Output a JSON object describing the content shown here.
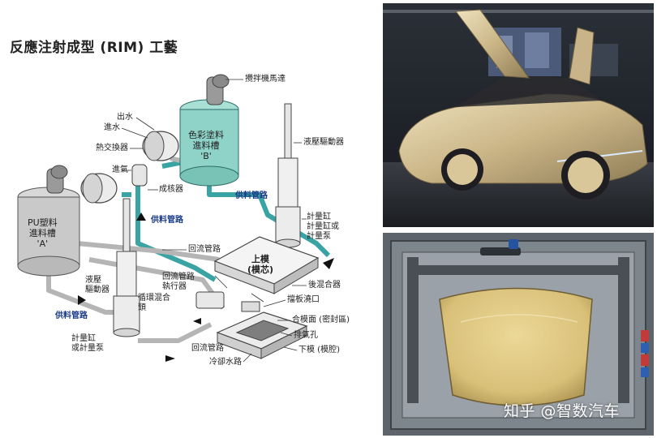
{
  "diagram": {
    "title": "反應注射成型 (RIM) 工藝",
    "labels": {
      "stirring_motor": "攪拌機馬達",
      "water_out": "出水",
      "water_in": "進水",
      "heat_exchanger": "熱交換器",
      "air_in": "進氣",
      "nucleator": "成核器",
      "color_tank": "色彩塗料\n進料槽\n'B'",
      "pu_tank": "PU塑料\n進料槽\n'A'",
      "hydraulic_drive_right": "液壓驅動器",
      "hydraulic_drive_left": "液壓\n驅動器",
      "feed_pipe_center": "供料管路",
      "feed_pipe_left": "供料管路",
      "feed_pipe_right": "供料管路",
      "metering_right": "計量缸\n計量缸或\n計量泵",
      "metering_left": "計量缸\n或計量泵",
      "return_pipe_top": "回流管路",
      "return_pipe_actuator": "回流管路\n執行器",
      "mix_head": "循環混合\n頭",
      "return_pipe_bottom": "回流管路",
      "cooling_water": "冷卻水路",
      "upper_mold": "上模\n(模芯)",
      "after_mixer": "後混合器",
      "baffle_gate": "擋板澆口",
      "parting_face": "合模面 (密封區)",
      "vent_hole": "排氣孔",
      "lower_mold": "下模 (模腔)"
    }
  },
  "photos": {
    "watermark": "知乎 @智数汽车"
  },
  "colors": {
    "pipe_teal": "#3aa3a3",
    "tank_teal": "#8fd3c8",
    "tank_gray": "#c9c9c9",
    "metal": "#e6e6e6",
    "gold_hood": "#d8c078"
  }
}
